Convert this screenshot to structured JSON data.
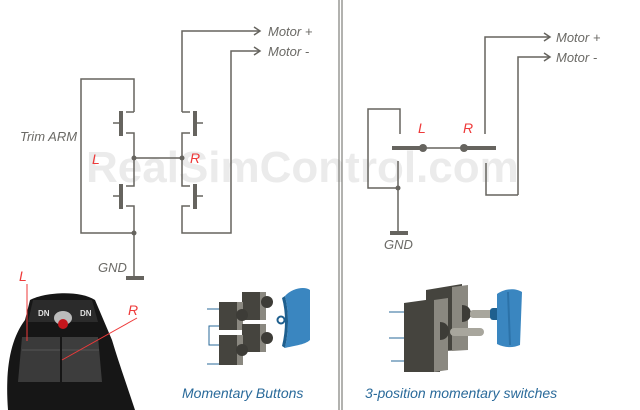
{
  "watermark": "RealSimControl.com",
  "left_panel": {
    "labels": {
      "motor_plus": "Motor +",
      "motor_minus": "Motor -",
      "trim_arm": "Trim ARM",
      "left": "L",
      "right": "R",
      "gnd": "GND"
    },
    "photo_labels": {
      "left": "L",
      "right": "R",
      "button_text": "DN"
    },
    "caption": "Momentary Buttons"
  },
  "right_panel": {
    "labels": {
      "motor_plus": "Motor +",
      "motor_minus": "Motor -",
      "left": "L",
      "right": "R",
      "gnd": "GND"
    },
    "caption": "3-position momentary switches"
  },
  "colors": {
    "wire": "#66645f",
    "accent_red": "#ee3a3a",
    "caption_blue": "#2a6a9a",
    "switch_blue": "#3a86c0",
    "switch_body": "#45443e"
  }
}
